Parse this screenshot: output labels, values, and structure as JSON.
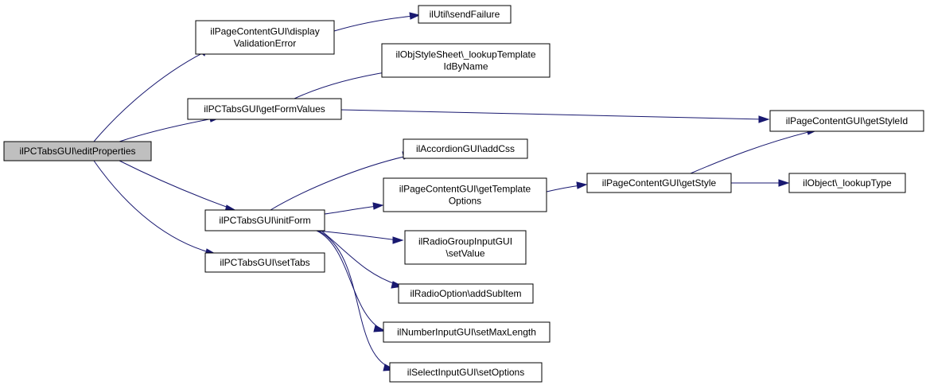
{
  "colors": {
    "edge": "#191970",
    "root_fill": "#bfbfbf",
    "node_fill": "#ffffff",
    "node_border": "#000000"
  },
  "nodes": {
    "editProperties": {
      "lines": [
        "ilPCTabsGUI\\editProperties"
      ]
    },
    "displayValidationError": {
      "lines": [
        "ilPageContentGUI\\display",
        "ValidationError"
      ]
    },
    "sendFailure": {
      "lines": [
        "ilUtil\\sendFailure"
      ]
    },
    "lookupTemplateIdByName": {
      "lines": [
        "ilObjStyleSheet\\_lookupTemplate",
        "IdByName"
      ]
    },
    "getFormValues": {
      "lines": [
        "ilPCTabsGUI\\getFormValues"
      ]
    },
    "getStyleId": {
      "lines": [
        "ilPageContentGUI\\getStyleId"
      ]
    },
    "addCss": {
      "lines": [
        "ilAccordionGUI\\addCss"
      ]
    },
    "getTemplateOptions": {
      "lines": [
        "ilPageContentGUI\\getTemplate",
        "Options"
      ]
    },
    "getStyle": {
      "lines": [
        "ilPageContentGUI\\getStyle"
      ]
    },
    "lookupType": {
      "lines": [
        "ilObject\\_lookupType"
      ]
    },
    "initForm": {
      "lines": [
        "ilPCTabsGUI\\initForm"
      ]
    },
    "setValue": {
      "lines": [
        "ilRadioGroupInputGUI",
        "\\setValue"
      ]
    },
    "setTabs": {
      "lines": [
        "ilPCTabsGUI\\setTabs"
      ]
    },
    "addSubItem": {
      "lines": [
        "ilRadioOption\\addSubItem"
      ]
    },
    "setMaxLength": {
      "lines": [
        "ilNumberInputGUI\\setMaxLength"
      ]
    },
    "setOptions": {
      "lines": [
        "ilSelectInputGUI\\setOptions"
      ]
    }
  },
  "edges": [
    {
      "from": "editProperties",
      "to": "displayValidationError"
    },
    {
      "from": "editProperties",
      "to": "getFormValues"
    },
    {
      "from": "editProperties",
      "to": "initForm"
    },
    {
      "from": "editProperties",
      "to": "setTabs"
    },
    {
      "from": "displayValidationError",
      "to": "sendFailure"
    },
    {
      "from": "getFormValues",
      "to": "lookupTemplateIdByName"
    },
    {
      "from": "getFormValues",
      "to": "getStyleId"
    },
    {
      "from": "initForm",
      "to": "addCss"
    },
    {
      "from": "initForm",
      "to": "getTemplateOptions"
    },
    {
      "from": "initForm",
      "to": "setValue"
    },
    {
      "from": "initForm",
      "to": "addSubItem"
    },
    {
      "from": "initForm",
      "to": "setMaxLength"
    },
    {
      "from": "initForm",
      "to": "setOptions"
    },
    {
      "from": "getTemplateOptions",
      "to": "getStyle"
    },
    {
      "from": "getStyle",
      "to": "getStyleId"
    },
    {
      "from": "getStyle",
      "to": "lookupType"
    }
  ]
}
